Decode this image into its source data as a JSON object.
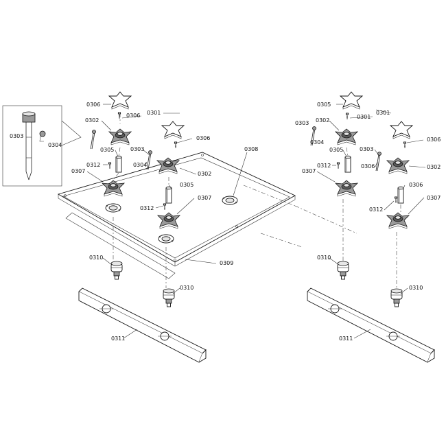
{
  "callouts": {
    "c0301a": "0301",
    "c0301b": "0301",
    "c0301c": "0301",
    "c0302a": "0302",
    "c0302b": "0302",
    "c0302c": "0302",
    "c0302d": "0302",
    "c0303a": "0303",
    "c0303b": "0303",
    "c0303c": "0303",
    "c0303d": "0303",
    "c0304a": "0304",
    "c0304b": "0304",
    "c0304c": "0304",
    "c0305a": "0305",
    "c0305b": "0305",
    "c0305c": "0305",
    "c0305d": "0305",
    "c0306a": "0306",
    "c0306b": "0306",
    "c0306c": "0306",
    "c0306d": "0306",
    "c0306e": "0306",
    "c0306f": "0306",
    "c0307a": "0307",
    "c0307b": "0307",
    "c0307c": "0307",
    "c0307d": "0307",
    "c0308": "0308",
    "c0309": "0309",
    "c0310a": "0310",
    "c0310b": "0310",
    "c0310c": "0310",
    "c0310d": "0310",
    "c0311a": "0311",
    "c0311b": "0311",
    "c0312a": "0312",
    "c0312b": "0312",
    "c0312c": "0312",
    "c0312d": "0312"
  }
}
